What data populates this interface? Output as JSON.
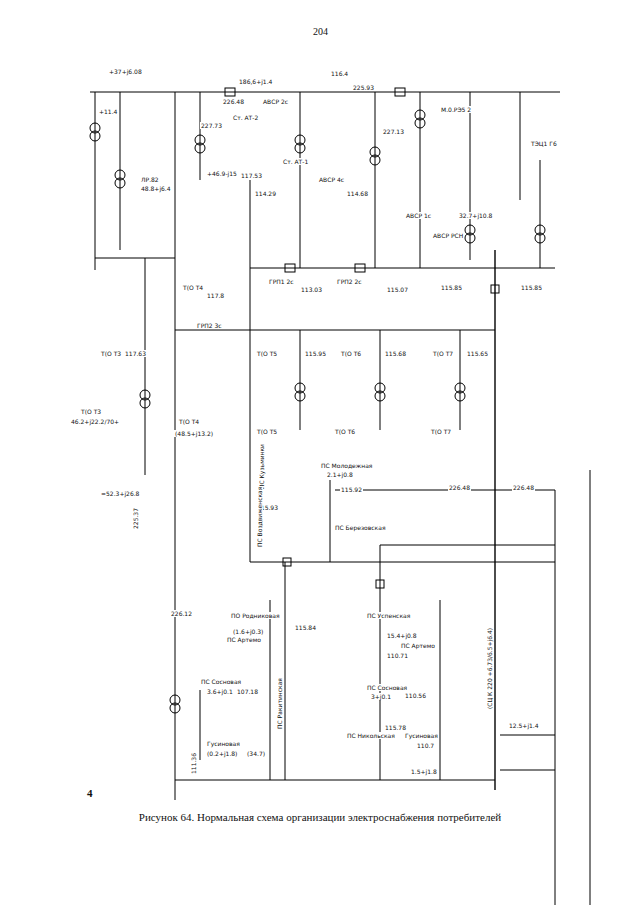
{
  "diagram": {
    "caption": "Рисунок 64. Нормальная схема организации электроснабжения потребителей",
    "labels": [
      "204",
      "+37+j6.08",
      "186,6+j1.4",
      "226.48",
      "АВСР 2с",
      "116.4",
      "225.93",
      "Ст. АТ-2",
      "227.73",
      "+11.4",
      "ЛР.82",
      "48.8+j6.4",
      "+46.9-j15",
      "117.53",
      "114.29",
      "Ст. АТ-1",
      "АВСР 4с",
      "114.68",
      "227.13",
      "АВСР 1с",
      "ТЭЦ1 Г6",
      "М.0.РЭ5 2",
      "32.7+j10.8",
      "АВСР РСН",
      "ГРП1 2с",
      "113.03",
      "ГРП2 2с",
      "115.07",
      "115.85",
      "115.85",
      "Т(О Т4",
      "117.8",
      "ГРП2 3с",
      "Т(О Т3",
      "117.63",
      "Т(О Т5",
      "115.95",
      "Т(О Т6",
      "115.68",
      "Т(О Т7",
      "115.65",
      "Т(О Т3",
      "46.2+j22.2/70+",
      "Т(О Т4",
      "(48.5+j13.2)",
      "Т(О Т5",
      "Т(О Т6",
      "Т(О Т7",
      "ПС Молодежная",
      "2.1+j0.8",
      "115.92",
      "ПС Кузьминки",
      "115.93",
      "ПС Березовская",
      "226.48",
      "226.48",
      "=52.3+j26.8",
      "226.12",
      "ПО Родниковая",
      "115.84",
      "ПС Успенская",
      "ПС Артемо",
      "(1.6+j0.3)",
      "15.4+j0.8",
      "ПС Артемо",
      "110.71",
      "ПС Сосновая",
      "3.6+j0.1",
      "107.18",
      "ПС Сосновая",
      "3+j0.1",
      "110.56",
      "Гусиновая",
      "(0.2+j1.8)",
      "(34.7)",
      "ПС Никольская",
      "115.78",
      "Гусиновая",
      "110.7",
      "111.36",
      "ПС Ракитинская",
      "1.5+j1.8",
      "12.5+j1.4",
      "(СЦ К 220 +6.73/6.5+j6.4)",
      "4",
      "225.37",
      "ПС Воздвиженская"
    ]
  }
}
